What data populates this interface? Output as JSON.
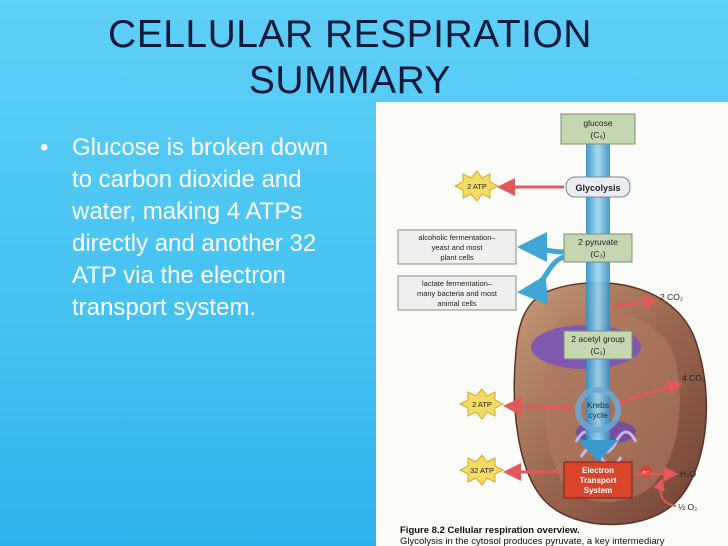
{
  "slide": {
    "title_line1": "CELLULAR RESPIRATION",
    "title_line2": "SUMMARY",
    "bullet": "Glucose is broken down to carbon dioxide and water, making 4 ATPs directly and another 32 ATP via the electron transport system."
  },
  "figure": {
    "glucose_line1": "glucose",
    "glucose_line2": "(C₆)",
    "glycolysis": "Glycolysis",
    "atp_glycolysis": "2 ATP",
    "alcoholic_line1": "alcoholic fermentation–",
    "alcoholic_line2": "yeast and most",
    "alcoholic_line3": "plant cells",
    "lactate_line1": "lactate fermentation–",
    "lactate_line2": "many bacteria and most",
    "lactate_line3": "animal cells",
    "pyruvate_line1": "2 pyruvate",
    "pyruvate_line2": "(C₃)",
    "co2_first": "2 CO₂",
    "acetyl_line1": "2 acetyl group",
    "acetyl_line2": "(C₂)",
    "co2_second": "4 CO₂",
    "krebs_line1": "Krebs",
    "krebs_line2": "cycle",
    "atp_krebs": "2 ATP",
    "ets_line1": "Electron",
    "ets_line2": "Transport",
    "ets_line3": "System",
    "atp_ets": "32 ATP",
    "electron": "e⁻",
    "water": "H₂O",
    "oxygen": "½ O₂",
    "caption_title": "Figure 8.2 Cellular respiration overview.",
    "caption_text": "Glycolysis in the cytosol produces pyruvate, a key intermediary"
  },
  "colors": {
    "background": "#46c3f2",
    "title": "#101a3a",
    "bullet_text": "#ffffff",
    "atp_burst": "#f3dc63",
    "arrow_blue": "#3fa6d6",
    "arrow_red": "#e2585b",
    "box_green": "#c4d7b2",
    "ets_box": "#d9442a"
  }
}
